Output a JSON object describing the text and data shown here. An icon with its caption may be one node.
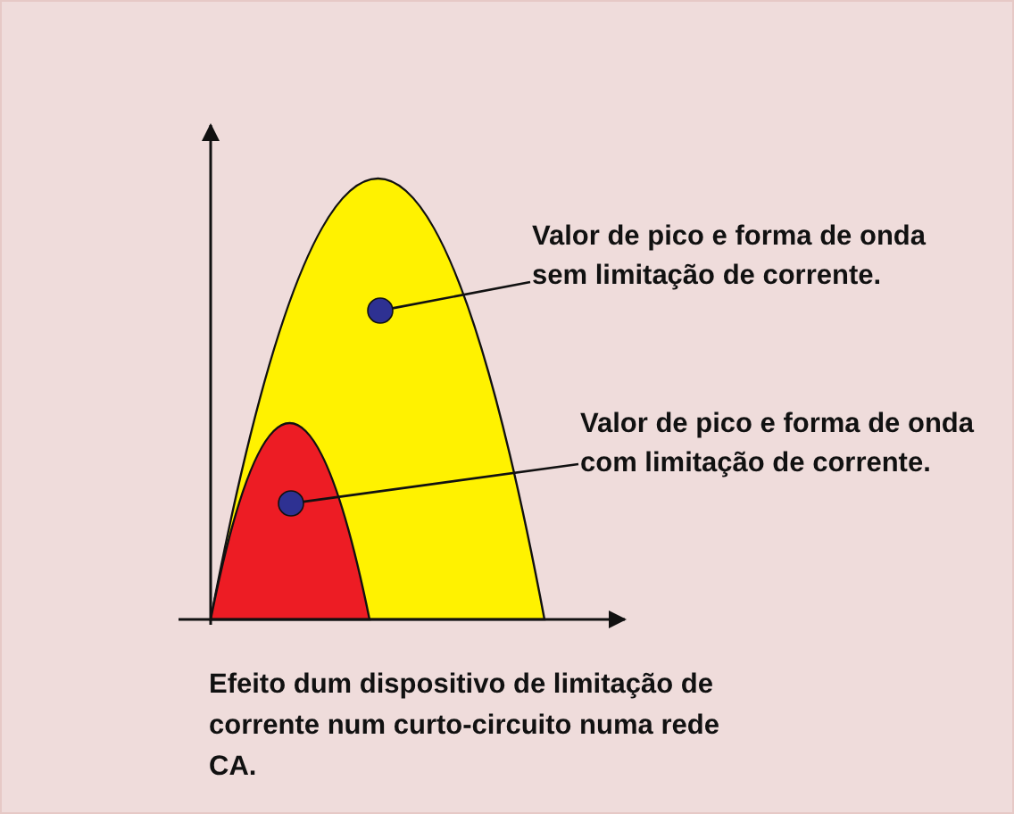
{
  "diagram": {
    "caption": "Efeito dum dispositivo de limitação de corrente num curto-circuito numa rede CA.",
    "nodes": [
      {
        "text": [
          "Valor de pico e forma de onda sem limitação de corrente."
        ]
      },
      {
        "text": [],
        "shape": "circle"
      },
      {
        "text": [
          "Valor de pico e forma de onda com limitação de corrente."
        ]
      },
      {
        "text": [],
        "shape": "circle"
      }
    ],
    "edges": [
      {
        "from": 0,
        "to": 1,
        "arrow": "none"
      },
      {
        "from": 2,
        "to": 3,
        "arrow": "none"
      }
    ]
  }
}
